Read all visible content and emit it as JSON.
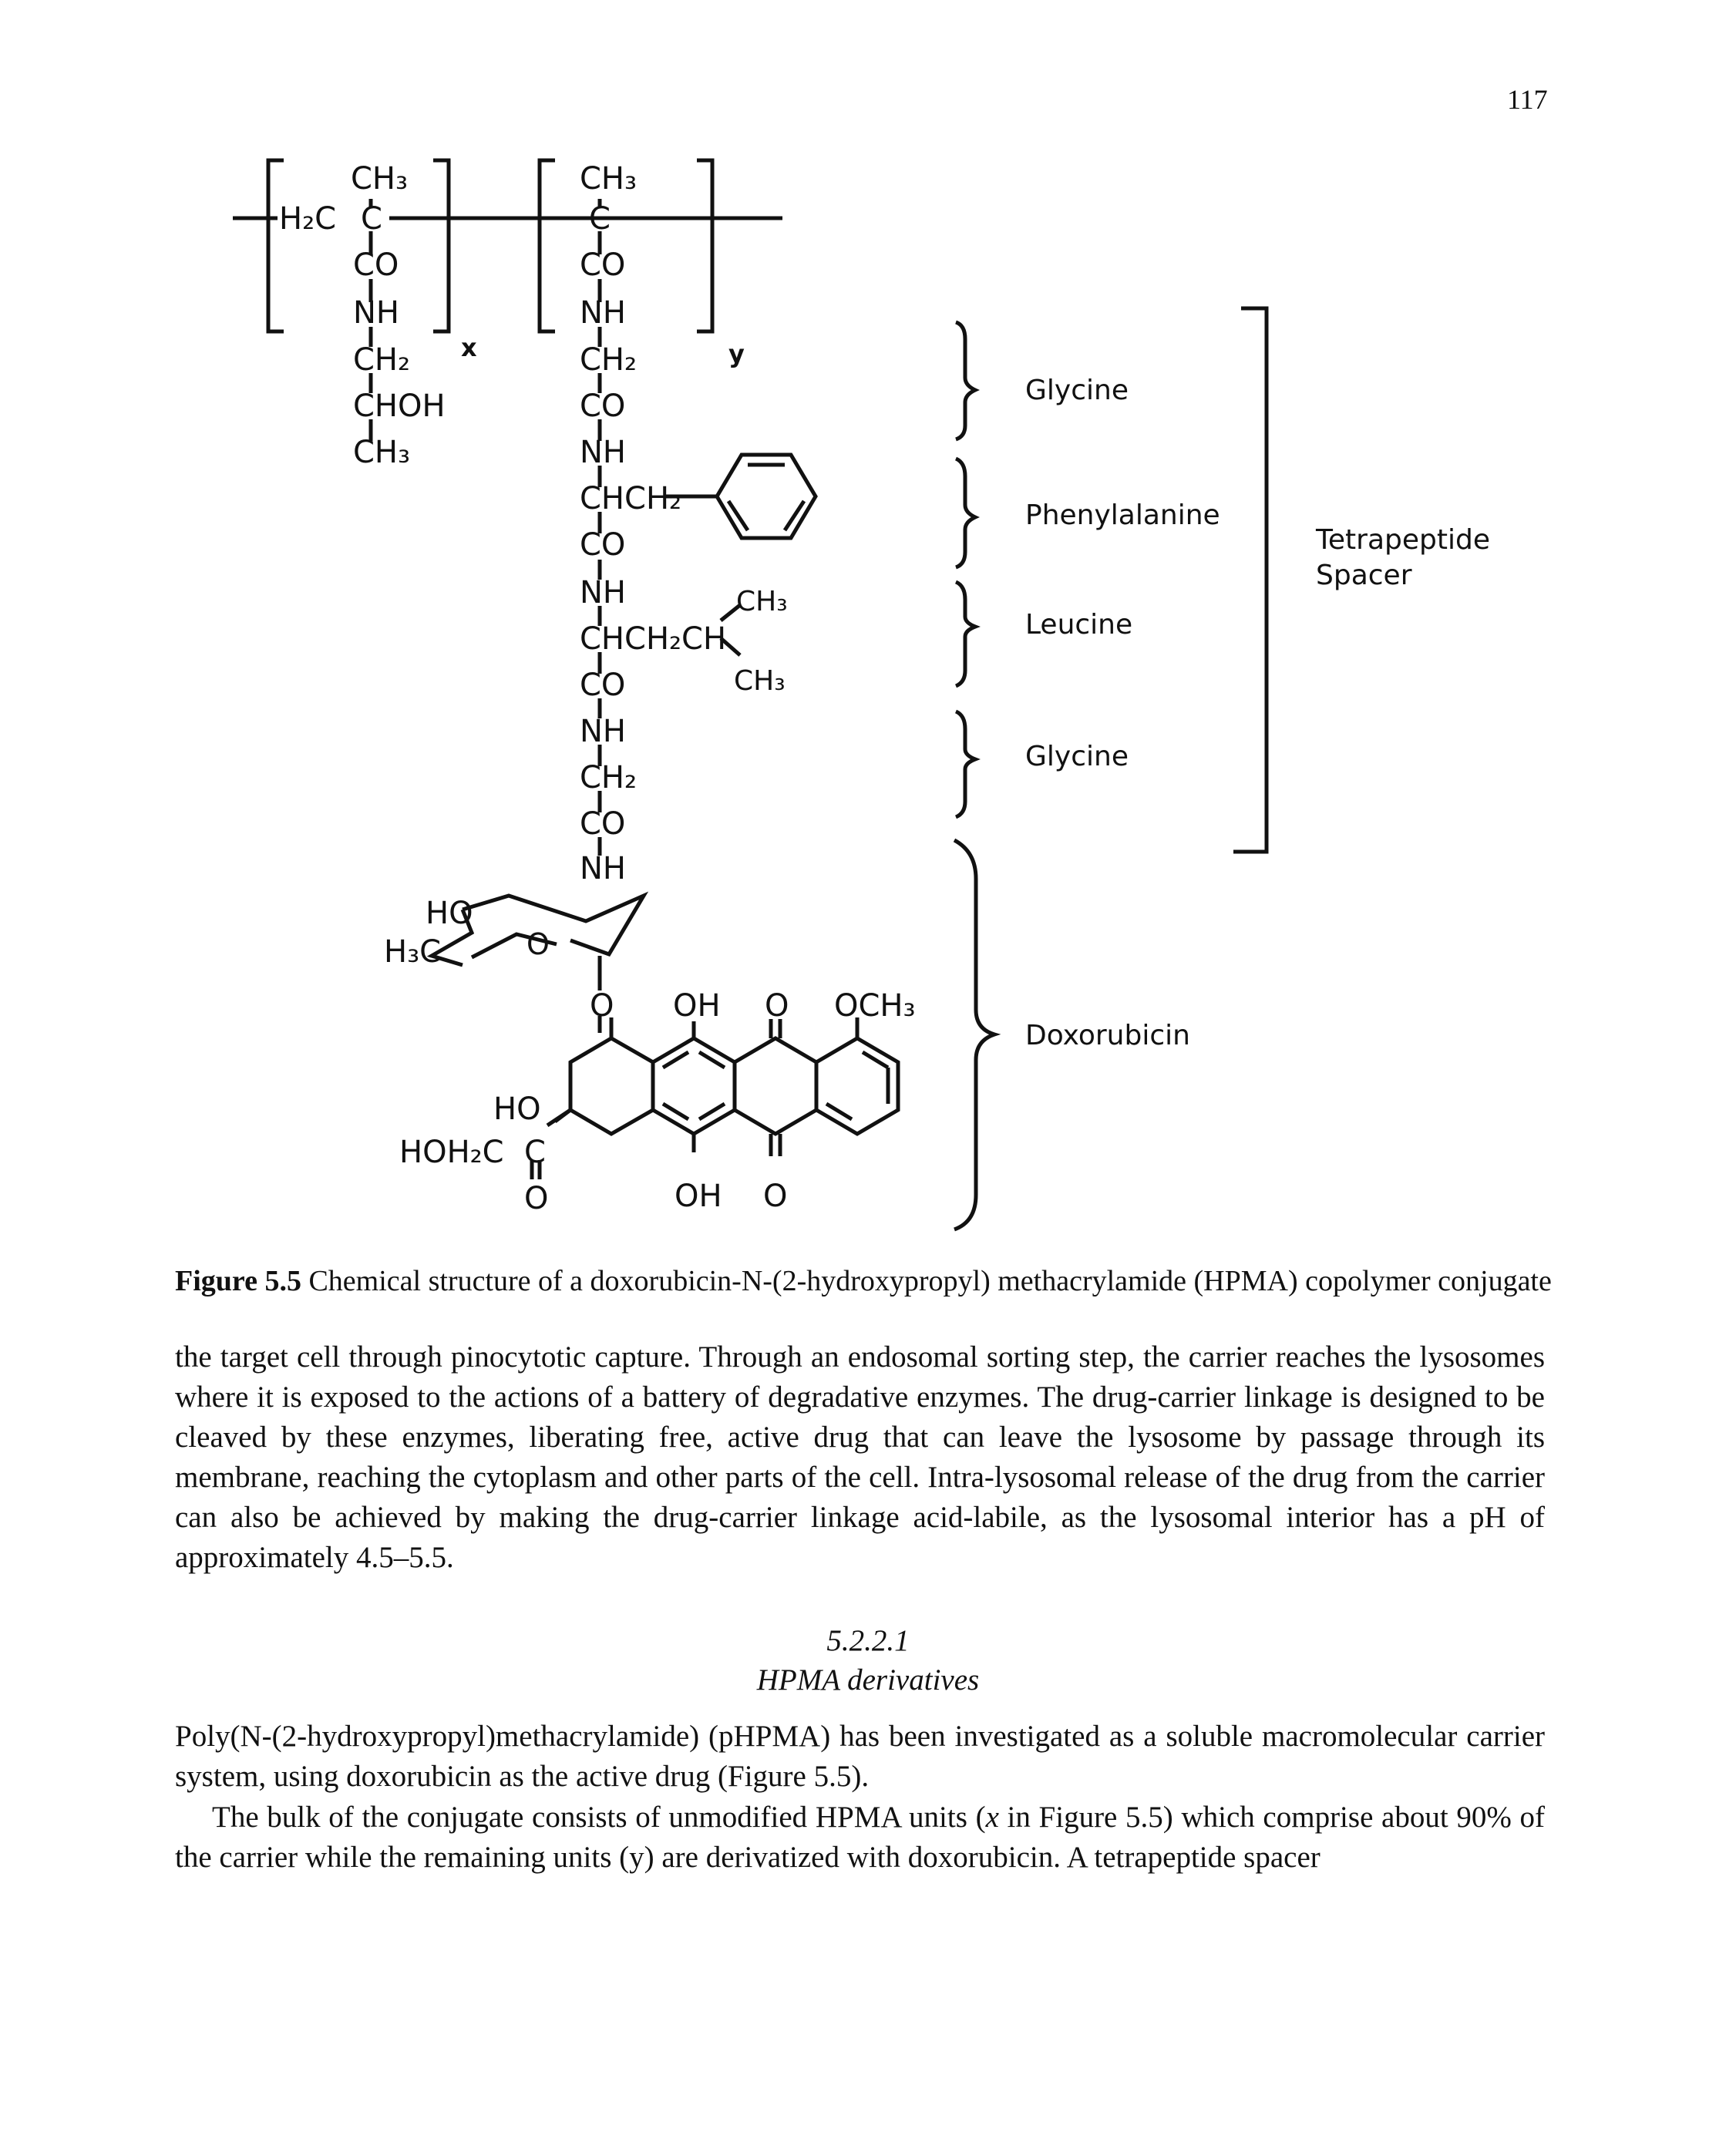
{
  "page": {
    "number": "117"
  },
  "figure": {
    "polymer_left": {
      "backbone_ch3": "CH₃",
      "backbone_h2c": "H₂C",
      "backbone_c": "C",
      "co": "CO",
      "nh": "NH",
      "ch2": "CH₂",
      "chohh": "CHOH",
      "ch3_end": "CH₃",
      "subscript": "x"
    },
    "polymer_right": {
      "backbone_ch3": "CH₃",
      "backbone_c": "C",
      "co1": "CO",
      "nh1": "NH",
      "ch2_1": "CH₂",
      "co2": "CO",
      "nh2": "NH",
      "chch2_phe": "CHCH₂",
      "co3": "CO",
      "nh3": "NH",
      "chch2ch_leu": "CHCH₂CH",
      "leu_ch3_top": "CH₃",
      "leu_ch3_bottom": "CH₃",
      "co4": "CO",
      "nh4": "NH",
      "ch2_2": "CH₂",
      "co5": "CO",
      "nh5": "NH",
      "subscript": "y"
    },
    "doxorubicin_labels": {
      "ho_sugar": "HO",
      "h3c_sugar": "H₃C",
      "o_ring": "O",
      "o_link": "O",
      "oh_top": "OH",
      "o_top": "O",
      "och3": "OCH₃",
      "ho_ring": "HO",
      "hoh2c": "HOH₂C",
      "c_keto": "C",
      "o_keto": "O",
      "oh_bottom": "OH",
      "o_bottom": "O"
    },
    "brackets": {
      "glycine_1": "Glycine",
      "phenylalanine": "Phenylalanine",
      "leucine": "Leucine",
      "glycine_2": "Glycine",
      "doxorubicin": "Doxorubicin",
      "spacer_line1": "Tetrapeptide",
      "spacer_line2": "Spacer"
    }
  },
  "caption": {
    "label": "Figure 5.5",
    "text": " Chemical structure of a doxorubicin-N-(2-hydroxypropyl) methacrylamide (HPMA) copolymer conjugate"
  },
  "paragraphs": {
    "p1": "the target cell through pinocytotic capture. Through an endosomal sorting step, the carrier reaches the lysosomes where it is exposed to the actions of a battery of degradative enzymes. The drug-carrier linkage is designed to be cleaved by these enzymes, liberating free, active drug that can leave the lysosome by passage through its membrane, reaching the cytoplasm and other parts of the cell. Intra-lysosomal release of the drug from the carrier can also be achieved by making the drug-carrier linkage acid-labile, as the lysosomal interior has a pH of approximately 4.5–5.5.",
    "p2": "Poly(N-(2-hydroxypropyl)methacrylamide) (pHPMA) has been investigated as a soluble macromolecular carrier system, using doxorubicin as the active drug (Figure 5.5).",
    "p3_before": "The bulk of the conjugate consists of unmodified HPMA units (",
    "p3_x": "x",
    "p3_after": " in Figure 5.5) which comprise about 90% of the carrier while the remaining units (y) are derivatized with doxorubicin. A tetrapeptide spacer"
  },
  "section": {
    "number": "5.2.2.1",
    "title": "HPMA derivatives"
  }
}
